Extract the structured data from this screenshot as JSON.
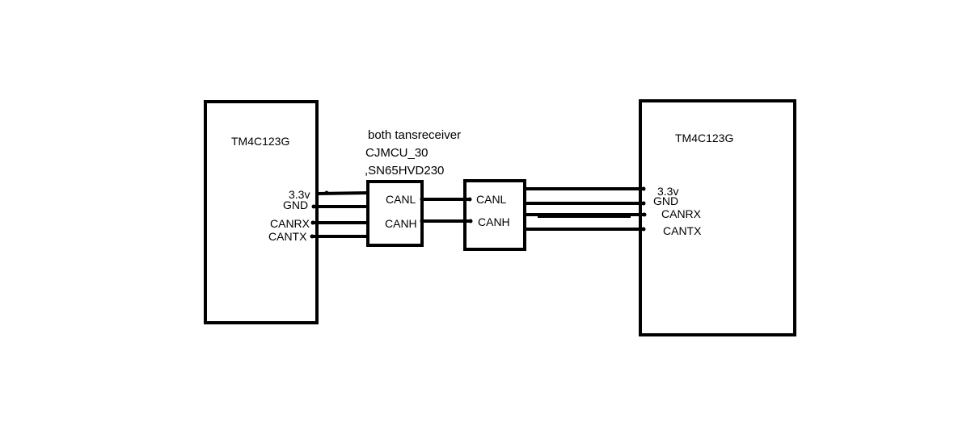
{
  "left_board": {
    "title": "TM4C123G",
    "pins": [
      "3.3v",
      "GND",
      "CANRX",
      "CANTX"
    ]
  },
  "right_board": {
    "title": "TM4C123G",
    "pins": [
      "3.3v",
      "GND",
      "CANRX",
      "CANTX"
    ]
  },
  "note": {
    "line1": "both tansreceiver",
    "line2": "CJMCU_30",
    "line3": ",SN65HVD230"
  },
  "transceiver_left": {
    "pins": [
      "CANL",
      "CANH"
    ]
  },
  "transceiver_right": {
    "pins": [
      "CANL",
      "CANH"
    ]
  },
  "colors": {
    "stroke": "#000000",
    "background": "#ffffff"
  }
}
